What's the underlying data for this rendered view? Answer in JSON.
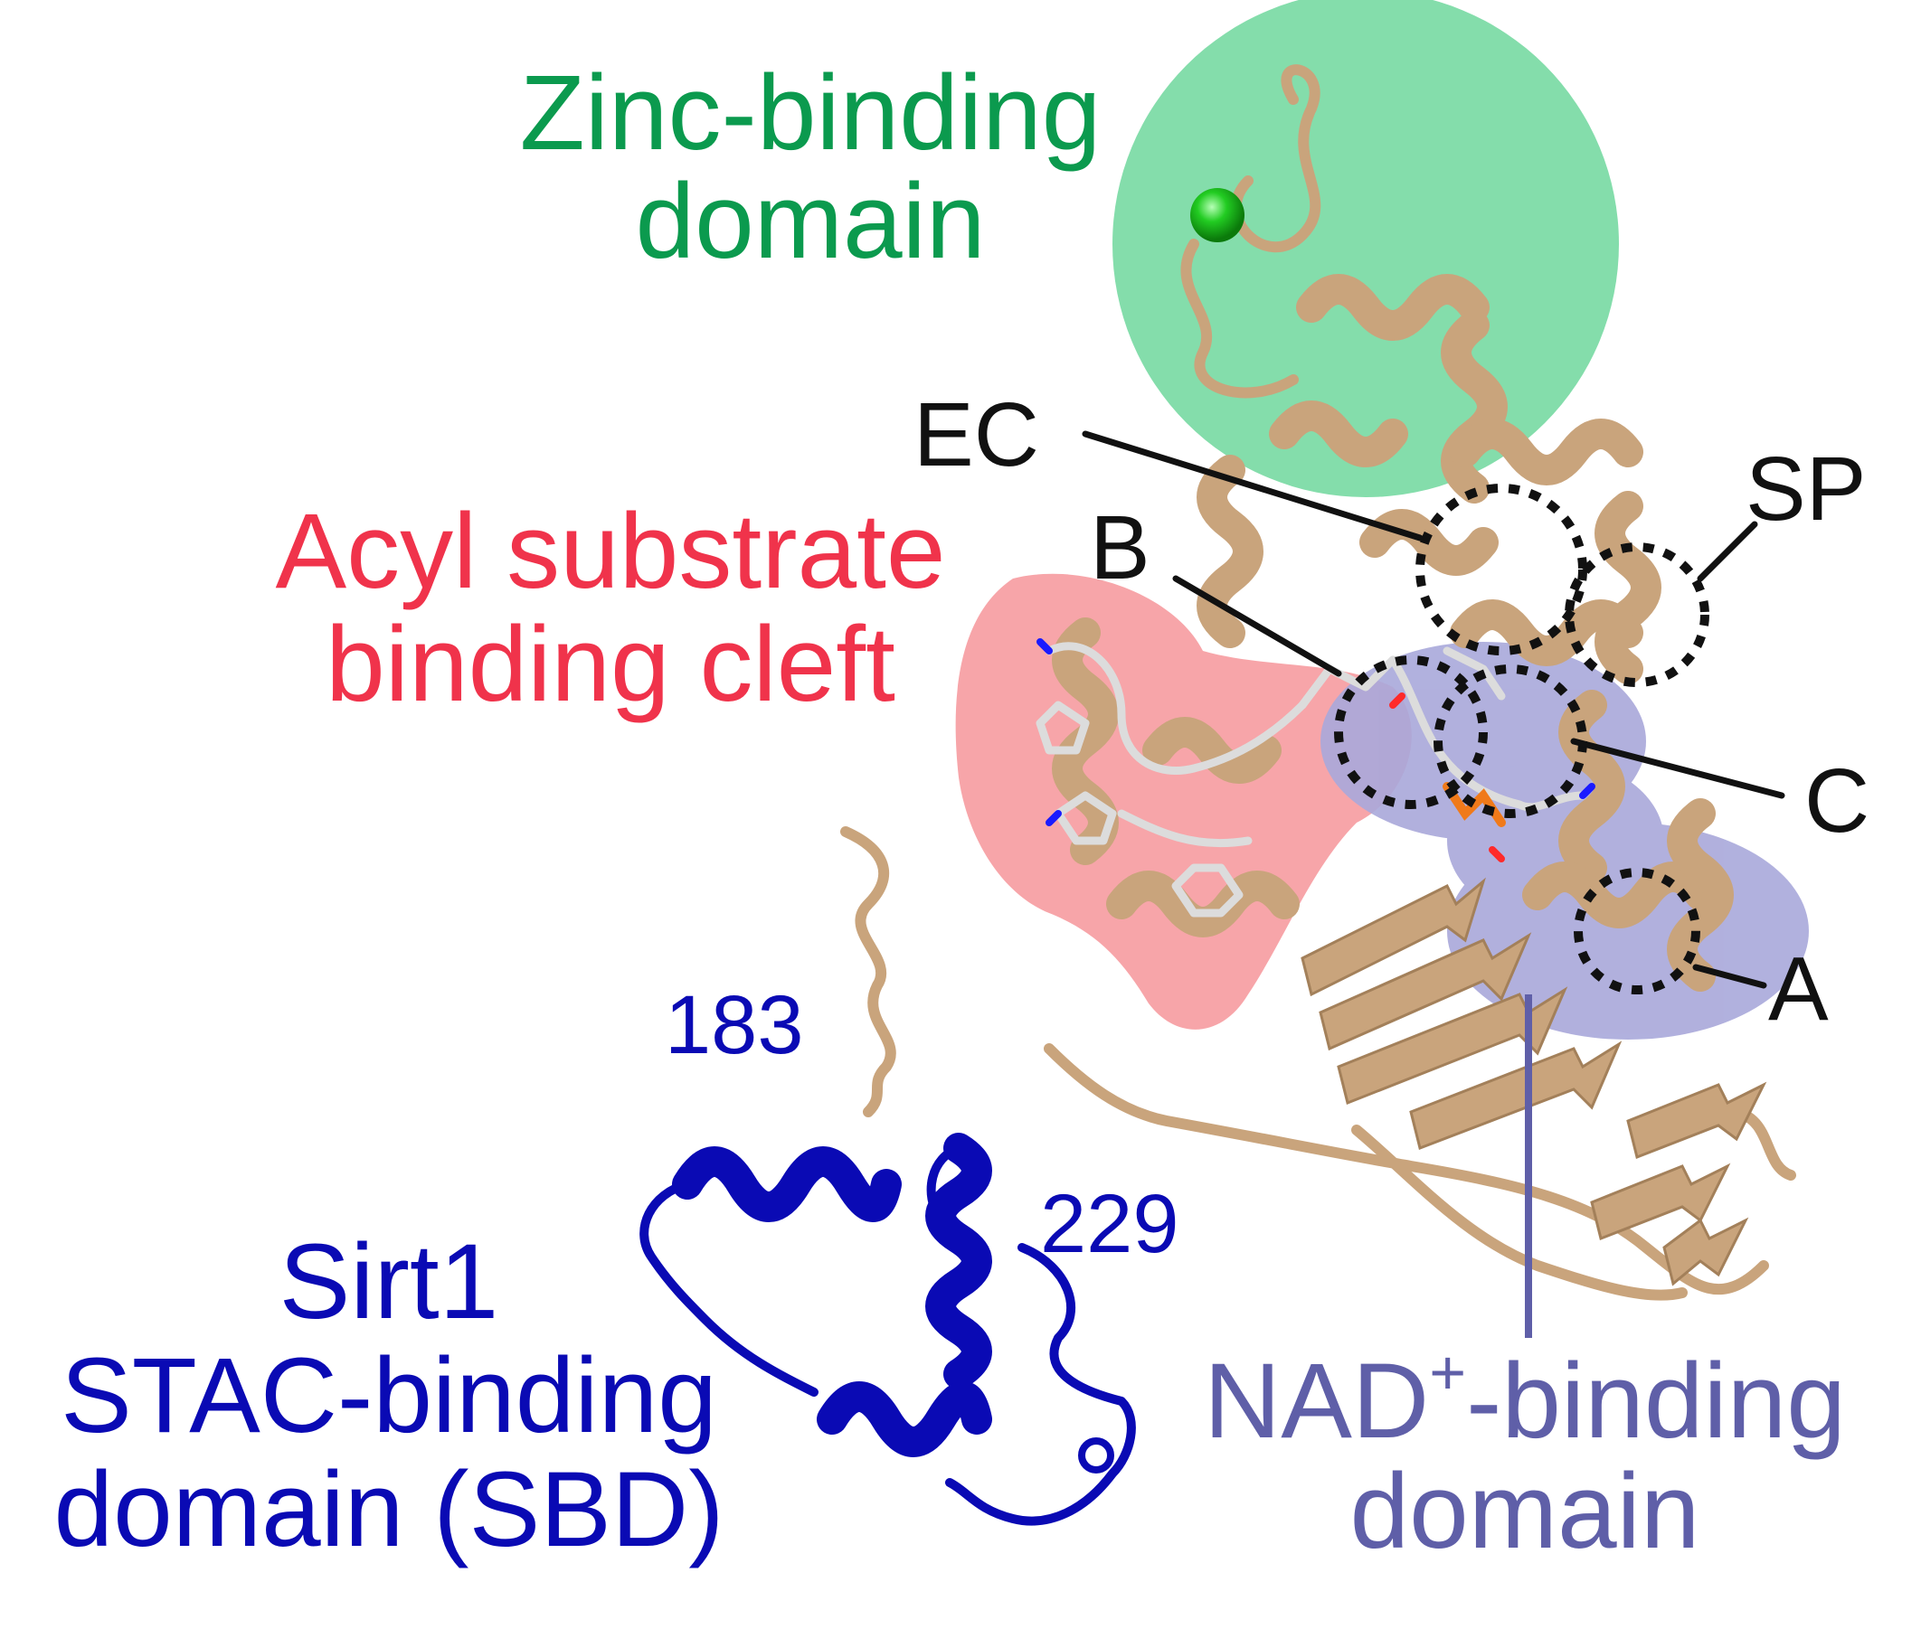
{
  "domains": {
    "zinc": {
      "line1": "Zinc-binding",
      "line2": "domain",
      "color": "#0b9a4e",
      "fill": "#7ddba6"
    },
    "acyl": {
      "line1": "Acyl substrate",
      "line2": "binding cleft",
      "color": "#f0334b",
      "fill": "#f7a0a4"
    },
    "nad": {
      "line1_main": "NAD",
      "line1_sup": "+",
      "line1_rest": "-binding",
      "line2": "domain",
      "color": "#5f5fa8",
      "fill": "#a9a8da"
    },
    "sbd": {
      "line1": "Sirt1",
      "line2": "STAC-binding",
      "line3": "domain (SBD)",
      "color": "#0a0ab4"
    }
  },
  "sites": {
    "ec": "EC",
    "sp": "SP",
    "b": "B",
    "c": "C",
    "a": "A"
  },
  "residues": {
    "start": "183",
    "end": "229"
  },
  "colors": {
    "protein": "#c9a47c",
    "protein_dark": "#a3805a",
    "helix_blue": "#0a0ab4",
    "zinc_ion": "#22cc22",
    "ligand": "#dcdcdc",
    "site_marker": "#111111"
  }
}
